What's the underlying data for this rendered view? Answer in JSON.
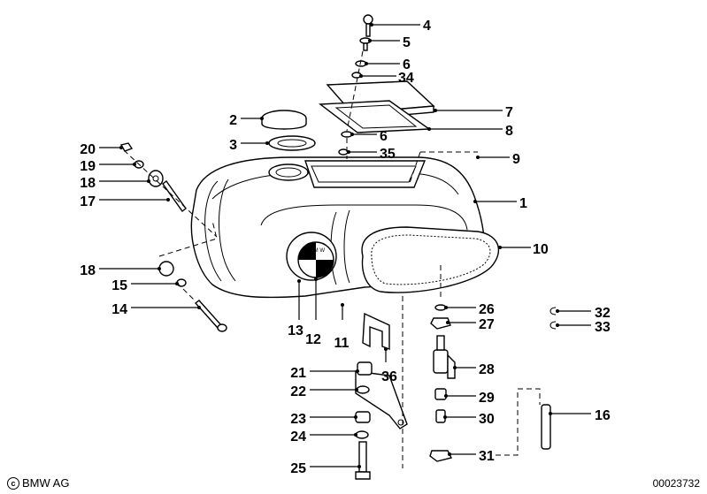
{
  "labels": {
    "l1": "1",
    "l2": "2",
    "l3": "3",
    "l4": "4",
    "l5": "5",
    "l6a": "6",
    "l6b": "6",
    "l7": "7",
    "l8": "8",
    "l9": "9",
    "l10": "10",
    "l11": "11",
    "l12": "12",
    "l13": "13",
    "l14": "14",
    "l15": "15",
    "l16": "16",
    "l17": "17",
    "l18a": "18",
    "l18b": "18",
    "l19": "19",
    "l20": "20",
    "l21": "21",
    "l22": "22",
    "l23": "23",
    "l24": "24",
    "l25": "25",
    "l26": "26",
    "l27": "27",
    "l28": "28",
    "l29": "29",
    "l30": "30",
    "l31": "31",
    "l32": "32",
    "l33": "33",
    "l34": "34",
    "l35": "35",
    "l36": "36"
  },
  "footer": {
    "copyright_symbol": "c",
    "copyright": "BMW AG",
    "doc_number": "00023732"
  },
  "badge_text": "B M W"
}
